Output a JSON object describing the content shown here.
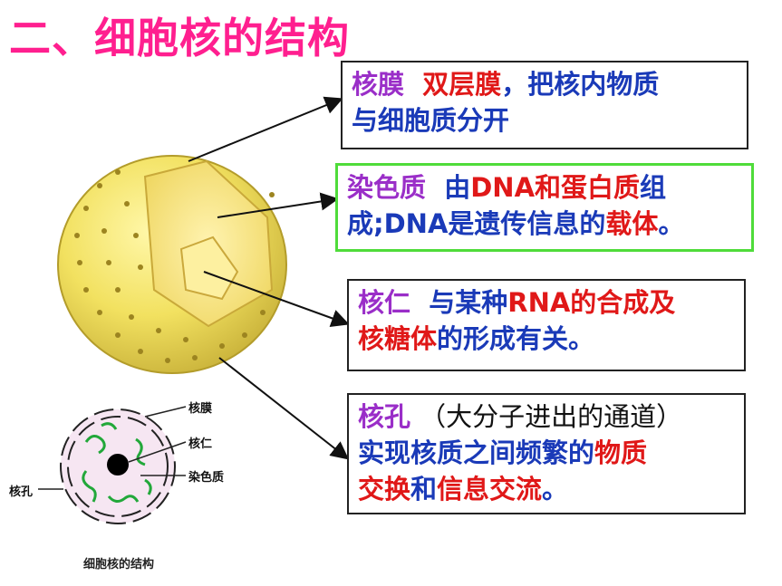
{
  "title": "二、细胞核的结构",
  "colors": {
    "title": "#ff1f8f",
    "term": "#9a2ec8",
    "body": "#1a3ab8",
    "highlight": "#e01818",
    "green_border": "#4fdc3a"
  },
  "boxes": {
    "membrane": {
      "term": "核膜",
      "red1": "双层膜",
      "blue1": "，把核内物质",
      "blue2": "与细胞质分开"
    },
    "chromatin": {
      "term": "染色质",
      "blue1": "由",
      "red1": "DNA和蛋白质",
      "blue2": "组",
      "blue3": "成;DNA是遗传信息的",
      "red2": "载体",
      "blue4": "。"
    },
    "nucleolus": {
      "term": "核仁",
      "blue1": "与某种",
      "red1": "RNA的合成及",
      "red2": "核糖体",
      "blue2": "的形成有关。"
    },
    "pore": {
      "term": "核孔",
      "paren": "（大分子进出的通道）",
      "blue1": "实现核质之间频繁的",
      "red1": "物质",
      "red2": "交换",
      "blue2": "和",
      "red3": "信息交流",
      "blue3": "。"
    }
  },
  "small_diagram": {
    "labels": {
      "membrane": "核膜",
      "nucleolus": "核仁",
      "chromatin": "染色质",
      "pore": "核孔"
    },
    "caption": "细胞核的结构"
  }
}
